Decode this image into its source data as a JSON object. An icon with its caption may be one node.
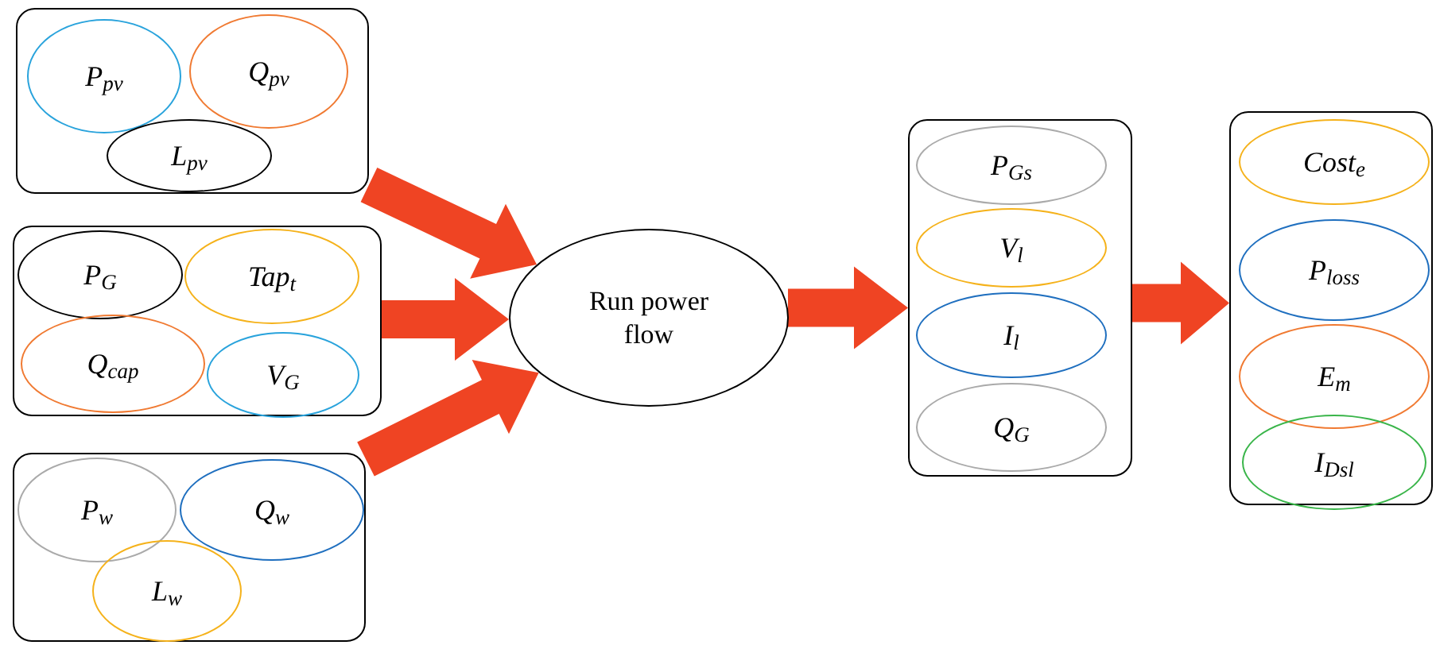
{
  "diagram": {
    "nodes": [
      {
        "text": [],
        "shape": "box"
      },
      {
        "text": [
          "P$_{pv}$"
        ],
        "in": 0
      },
      {
        "text": [
          "Q$_{pv}$"
        ],
        "in": 0
      },
      {
        "text": [
          "L$_{pv}$"
        ],
        "in": 0
      },
      {
        "text": [],
        "shape": "box"
      },
      {
        "text": [
          "P$_{G}$"
        ],
        "in": 4
      },
      {
        "text": [
          "Tap$_{t}$"
        ],
        "in": 4
      },
      {
        "text": [
          "Q$_{cap}$"
        ],
        "in": 4
      },
      {
        "text": [
          "V$_{G}$"
        ],
        "in": 4
      },
      {
        "text": [],
        "shape": "box"
      },
      {
        "text": [
          "P$_{w}$"
        ],
        "in": 9
      },
      {
        "text": [
          "Q$_{w}$"
        ],
        "in": 9
      },
      {
        "text": [
          "L$_{w}$"
        ],
        "in": 9
      },
      {
        "text": [
          "Run power flow"
        ]
      },
      {
        "text": [],
        "shape": "box"
      },
      {
        "text": [
          "P$_{Gs}$"
        ],
        "in": 14
      },
      {
        "text": [
          "V$_{l}$"
        ],
        "in": 14
      },
      {
        "text": [
          "I$_{l}$"
        ],
        "in": 14
      },
      {
        "text": [
          "Q$_{G}$"
        ],
        "in": 14
      },
      {
        "text": [],
        "shape": "box"
      },
      {
        "text": [
          "Cost$_{e}$"
        ],
        "in": 19
      },
      {
        "text": [
          "P$_{loss}$"
        ],
        "in": 19
      },
      {
        "text": [
          "E$_{m}$"
        ],
        "in": 19
      },
      {
        "text": [
          "I$_{Dsl}$"
        ],
        "in": 19
      }
    ],
    "edges": [
      {
        "from": 0,
        "to": 13,
        "arrow": "to",
        "style": "thick"
      },
      {
        "from": 4,
        "to": 13,
        "arrow": "to",
        "style": "thick"
      },
      {
        "from": 9,
        "to": 13,
        "arrow": "to",
        "style": "thick"
      },
      {
        "from": 13,
        "to": 14,
        "arrow": "to",
        "style": "thick"
      },
      {
        "from": 14,
        "to": 19,
        "arrow": "to",
        "style": "thick"
      }
    ]
  }
}
